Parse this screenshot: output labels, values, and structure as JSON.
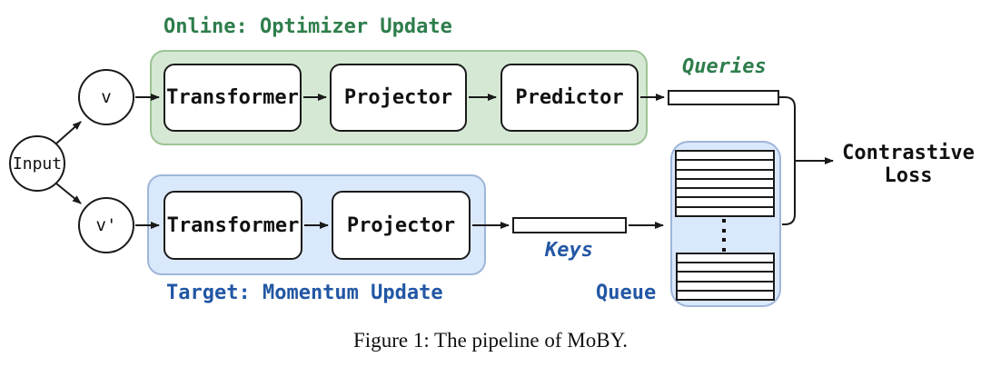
{
  "figure": {
    "caption": "Figure 1: The pipeline of MoBY."
  },
  "input_node": {
    "label": "Input"
  },
  "views": {
    "online_view": "v",
    "target_view": "v'"
  },
  "online_branch": {
    "title": "Online: Optimizer Update",
    "boxes": [
      "Transformer",
      "Projector",
      "Predictor"
    ],
    "output_label": "Queries"
  },
  "target_branch": {
    "title": "Target: Momentum Update",
    "boxes": [
      "Transformer",
      "Projector"
    ],
    "output_label": "Keys"
  },
  "queue": {
    "label": "Queue",
    "top_stack_rows": 7,
    "bottom_stack_rows": 5
  },
  "loss": {
    "label": "Contrastive\nLoss"
  },
  "colors": {
    "online_fill": "#d5e8d4",
    "online_border": "#9cc394",
    "online_text": "#2e7d4c",
    "target_fill": "#dae8fc",
    "target_border": "#9fb6d9",
    "target_text": "#2257a4",
    "stroke": "#1a1a1a"
  }
}
